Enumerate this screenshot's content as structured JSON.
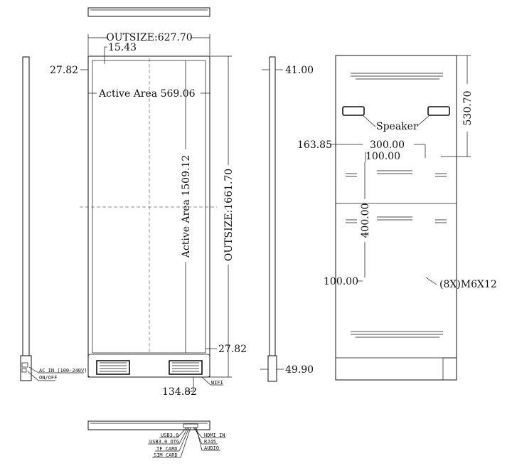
{
  "dimensions": {
    "outsize_width": "OUTSIZE:627.70",
    "outsize_height": "OUTSIZE:1661.70",
    "bezel_side": "15.43",
    "top_offset": "27.82",
    "active_width": "Active Area 569.06",
    "active_height": "Active Area 1509.12",
    "bottom_bezel": "27.82",
    "bottom_offset": "134.82",
    "depth": "41.00",
    "base_depth": "49.90",
    "speaker_label": "Speaker",
    "speaker_spacing": "530.70",
    "mount_left": "163.85",
    "mount_h": "300.00",
    "mount_v_small": "100.00",
    "mount_v": "400.00",
    "mount_v_bottom": "100.00",
    "screws": "(8X)M6X12"
  },
  "ports": {
    "ac_in": "AC IN (100-240V)",
    "on_off": "ON/OFF",
    "wifi": "WIFI",
    "usb3": "USB3.0",
    "usb3_otg": "USB3.0 OTG",
    "tf_card": "TF CARD",
    "sim_card": "SIM CARD",
    "hdmi_in": "HDMI IN",
    "rj45": "RJ45",
    "audio": "AUDIO"
  }
}
